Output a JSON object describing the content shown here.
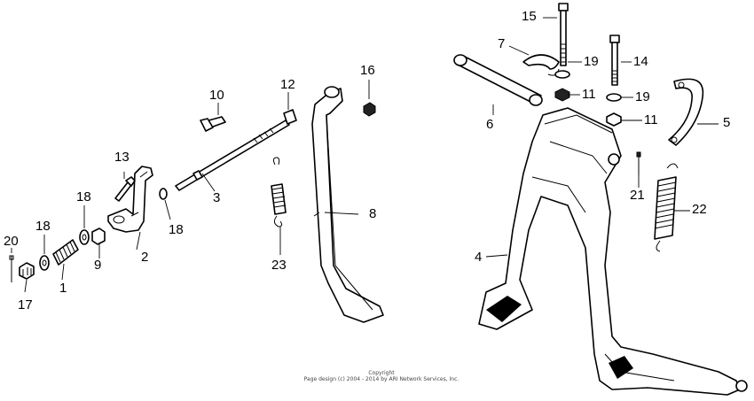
{
  "diagram": {
    "callouts": [
      {
        "id": "c1",
        "text": "1"
      },
      {
        "id": "c2",
        "text": "2"
      },
      {
        "id": "c3",
        "text": "3"
      },
      {
        "id": "c4",
        "text": "4"
      },
      {
        "id": "c5",
        "text": "5"
      },
      {
        "id": "c6",
        "text": "6"
      },
      {
        "id": "c7",
        "text": "7"
      },
      {
        "id": "c8",
        "text": "8"
      },
      {
        "id": "c9",
        "text": "9"
      },
      {
        "id": "c10",
        "text": "10"
      },
      {
        "id": "c11a",
        "text": "11"
      },
      {
        "id": "c11b",
        "text": "11"
      },
      {
        "id": "c12",
        "text": "12"
      },
      {
        "id": "c13",
        "text": "13"
      },
      {
        "id": "c14",
        "text": "14"
      },
      {
        "id": "c15",
        "text": "15"
      },
      {
        "id": "c16",
        "text": "16"
      },
      {
        "id": "c17",
        "text": "17"
      },
      {
        "id": "c18a",
        "text": "18"
      },
      {
        "id": "c18b",
        "text": "18"
      },
      {
        "id": "c18c",
        "text": "18"
      },
      {
        "id": "c19a",
        "text": "19"
      },
      {
        "id": "c19b",
        "text": "19"
      },
      {
        "id": "c20",
        "text": "20"
      },
      {
        "id": "c21",
        "text": "21"
      },
      {
        "id": "c22",
        "text": "22"
      },
      {
        "id": "c23",
        "text": "23"
      }
    ],
    "copyright": {
      "line1": "Copyright",
      "line2": "Page design (c) 2004 - 2014 by ARI Network Services, Inc."
    }
  }
}
